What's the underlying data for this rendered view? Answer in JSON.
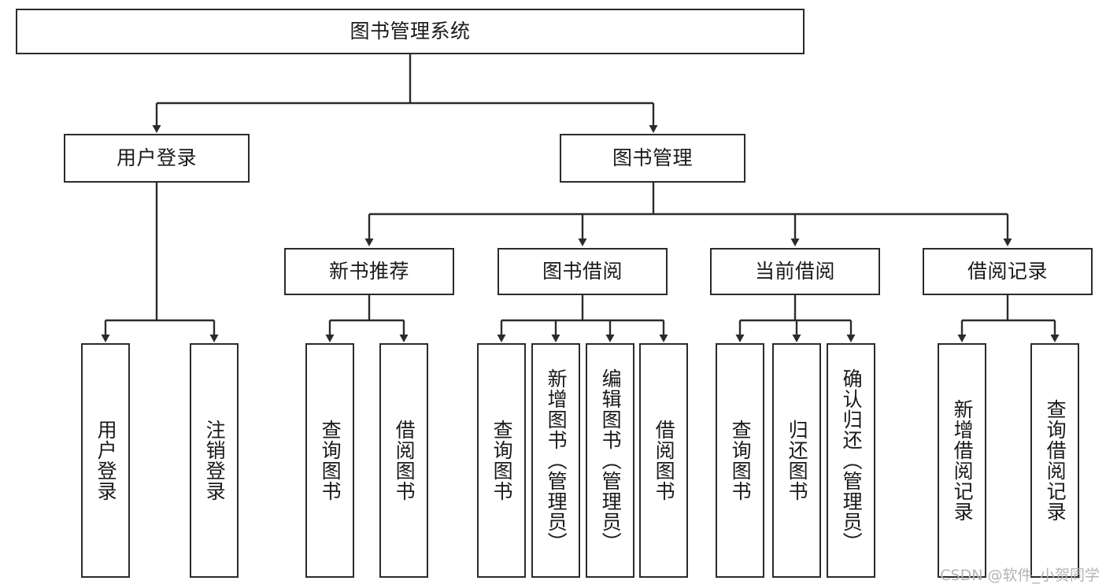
{
  "diagram": {
    "title": "图书管理系统",
    "type": "tree-hierarchy-chart",
    "watermark": "CSDN @软件_小贺同学",
    "colors": {
      "box_border": "#2b2b2b",
      "box_fill": "#ffffff",
      "edge": "#2b2b2b",
      "text": "#1a1a1a",
      "watermark": "#b4b4b4",
      "background": "#ffffff"
    },
    "nodes": {
      "root": {
        "label": "图书管理系统"
      },
      "level2": [
        {
          "id": "user-login",
          "label": "用户登录"
        },
        {
          "id": "book-manage",
          "label": "图书管理"
        }
      ],
      "level3": [
        {
          "id": "new-book-recommend",
          "label": "新书推荐"
        },
        {
          "id": "book-borrow",
          "label": "图书借阅"
        },
        {
          "id": "current-borrow",
          "label": "当前借阅"
        },
        {
          "id": "borrow-record",
          "label": "借阅记录"
        }
      ],
      "leaves": [
        {
          "id": "leaf-user-login",
          "label": "用户登录",
          "parent": "user-login"
        },
        {
          "id": "leaf-user-logout",
          "label": "注销登录",
          "parent": "user-login"
        },
        {
          "id": "leaf-query-book-1",
          "label": "查询图书",
          "parent": "new-book-recommend"
        },
        {
          "id": "leaf-borrow-book-1",
          "label": "借阅图书",
          "parent": "new-book-recommend"
        },
        {
          "id": "leaf-query-book-2",
          "label": "查询图书",
          "parent": "book-borrow"
        },
        {
          "id": "leaf-add-book",
          "label": "新增图书（管理员）",
          "parent": "book-borrow"
        },
        {
          "id": "leaf-edit-book",
          "label": "编辑图书（管理员）",
          "parent": "book-borrow"
        },
        {
          "id": "leaf-borrow-book-2",
          "label": "借阅图书",
          "parent": "book-borrow"
        },
        {
          "id": "leaf-query-book-3",
          "label": "查询图书",
          "parent": "current-borrow"
        },
        {
          "id": "leaf-return-book",
          "label": "归还图书",
          "parent": "current-borrow"
        },
        {
          "id": "leaf-confirm-return",
          "label": "确认归还（管理员）",
          "parent": "current-borrow"
        },
        {
          "id": "leaf-add-record",
          "label": "新增借阅记录",
          "parent": "borrow-record"
        },
        {
          "id": "leaf-query-record",
          "label": "查询借阅记录",
          "parent": "borrow-record"
        }
      ]
    }
  }
}
